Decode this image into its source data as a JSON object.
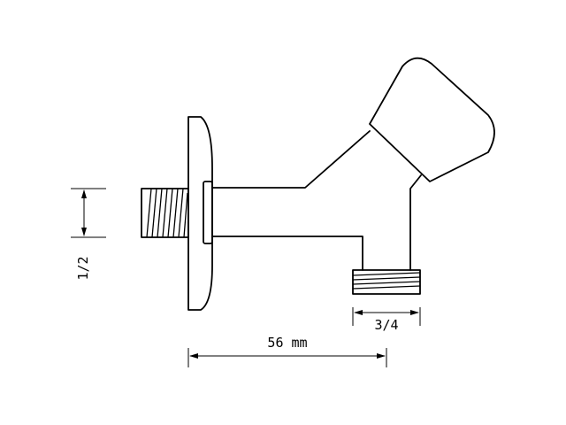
{
  "dimensions": {
    "inlet_thread": "1/2",
    "outlet_thread": "3/4",
    "length": "56 mm"
  }
}
